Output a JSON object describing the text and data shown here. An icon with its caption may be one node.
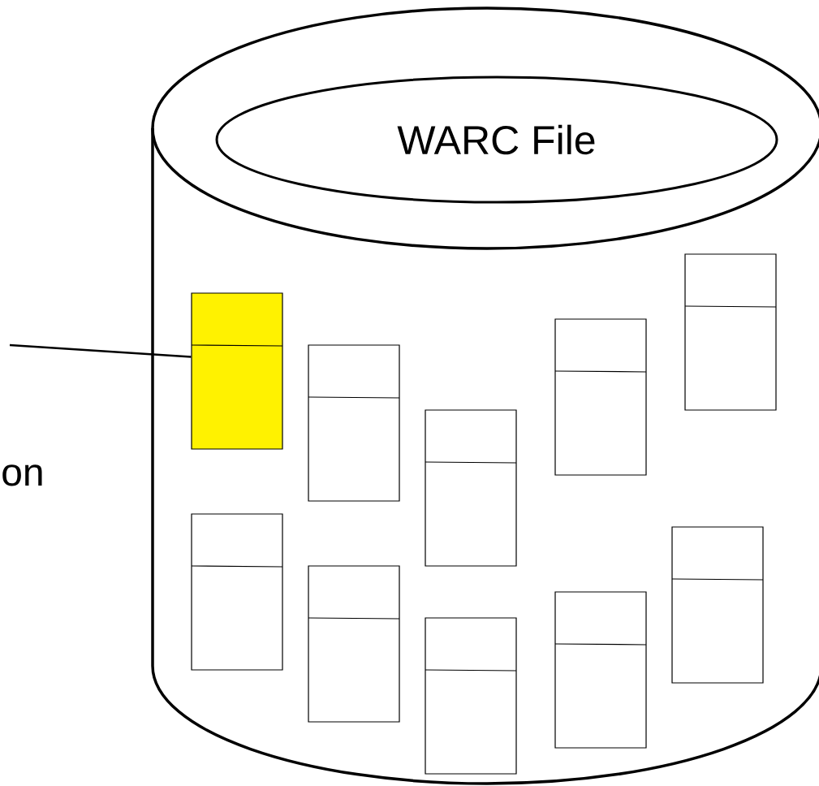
{
  "diagram": {
    "nodes": [
      {
        "text": [],
        "shape": "cylinder"
      },
      {
        "text": [
          "WARC File"
        ],
        "in": 0
      },
      {
        "text": [],
        "shape": "box",
        "in": 0
      },
      {
        "text": [],
        "shape": "box",
        "in": 0
      },
      {
        "text": [],
        "shape": "box",
        "in": 0
      },
      {
        "text": [],
        "shape": "box",
        "in": 0
      },
      {
        "text": [],
        "shape": "box",
        "in": 0
      },
      {
        "text": [],
        "shape": "box",
        "in": 0
      },
      {
        "text": [],
        "shape": "box",
        "in": 0
      },
      {
        "text": [],
        "shape": "box",
        "in": 0
      },
      {
        "text": [],
        "shape": "box",
        "in": 0
      },
      {
        "text": [],
        "shape": "box",
        "in": 0
      }
    ],
    "edges": [
      {
        "from": null,
        "to": 2,
        "arrow": "none"
      }
    ],
    "labels": [
      "on"
    ]
  }
}
